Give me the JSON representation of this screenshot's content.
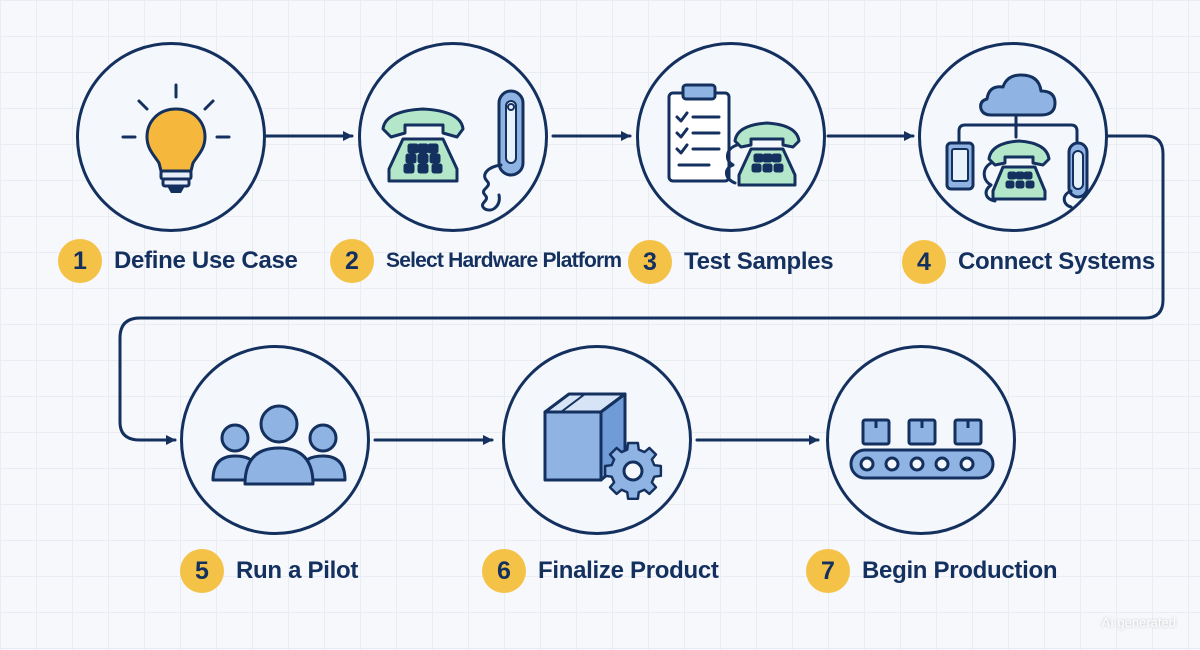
{
  "steps": [
    {
      "number": "1",
      "label": "Define Use Case",
      "icon": "lightbulb-icon"
    },
    {
      "number": "2",
      "label": "Select Hardware Platform",
      "icon": "desk-phone-and-handset-icon"
    },
    {
      "number": "3",
      "label": "Test Samples",
      "icon": "checklist-and-phone-icon"
    },
    {
      "number": "4",
      "label": "Connect Systems",
      "icon": "cloud-network-devices-icon"
    },
    {
      "number": "5",
      "label": "Run a Pilot",
      "icon": "user-group-icon"
    },
    {
      "number": "6",
      "label": "Finalize Product",
      "icon": "box-and-gear-icon"
    },
    {
      "number": "7",
      "label": "Begin Production",
      "icon": "conveyor-belt-icon"
    }
  ],
  "watermark": "AI generated",
  "colors": {
    "outline": "#14305f",
    "badge": "#f5c248",
    "circle_fill": "#f4f8fd",
    "icon_blue": "#8fb4e3",
    "icon_green": "#b4e6c9",
    "bulb_yellow": "#f5b83d"
  }
}
